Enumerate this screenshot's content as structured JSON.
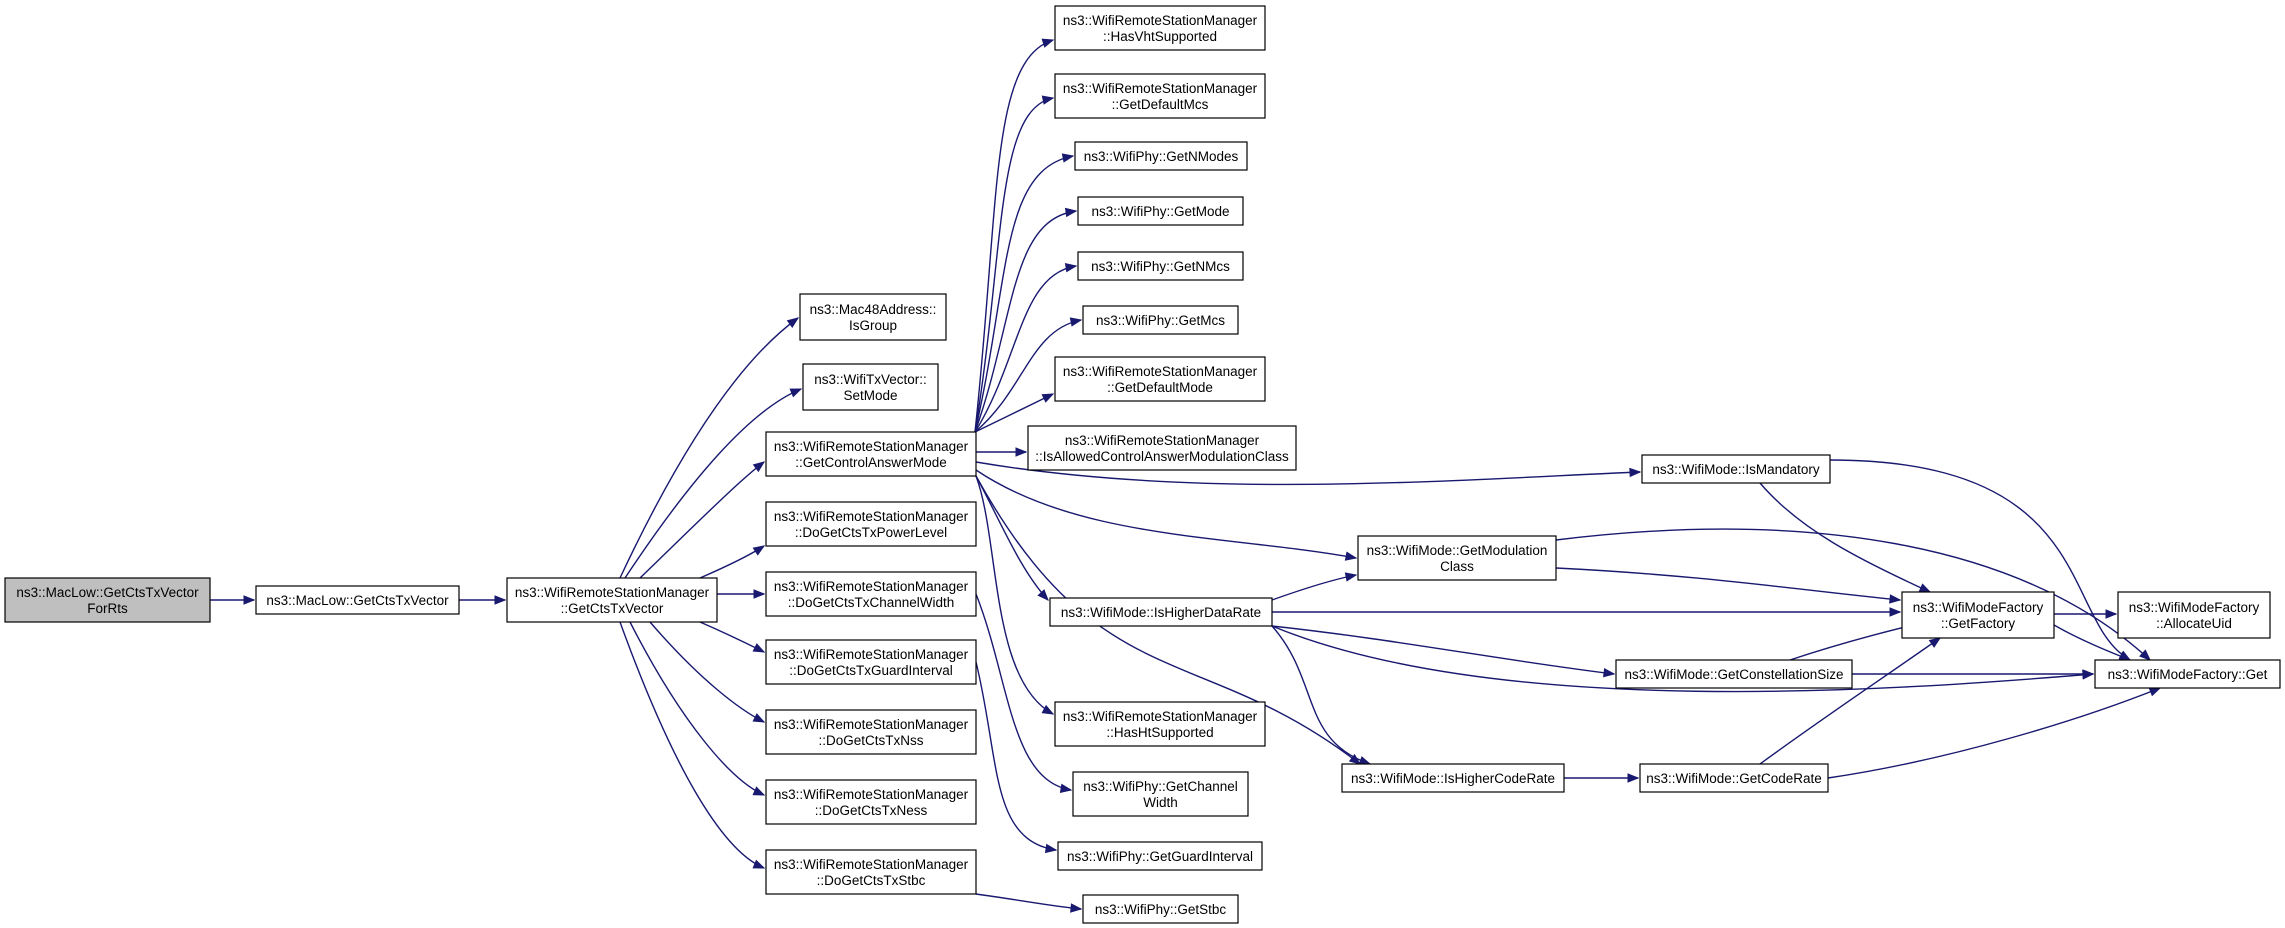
{
  "diagram": {
    "title": "",
    "colors": {
      "edge": "#191970",
      "root_fill": "#bfbfbf",
      "node_fill": "#ffffff",
      "node_stroke": "#000000"
    },
    "nodes": [
      {
        "id": "n0",
        "lines": [
          "ns3::MacLow::GetCtsTxVector",
          "ForRts"
        ],
        "root": true
      },
      {
        "id": "n1",
        "lines": [
          "ns3::MacLow::GetCtsTxVector"
        ]
      },
      {
        "id": "n2",
        "lines": [
          "ns3::WifiRemoteStationManager",
          "::GetCtsTxVector"
        ]
      },
      {
        "id": "n3",
        "lines": [
          "ns3::Mac48Address::",
          "IsGroup"
        ]
      },
      {
        "id": "n4",
        "lines": [
          "ns3::WifiTxVector::",
          "SetMode"
        ]
      },
      {
        "id": "n5",
        "lines": [
          "ns3::WifiRemoteStationManager",
          "::GetControlAnswerMode"
        ]
      },
      {
        "id": "n6",
        "lines": [
          "ns3::WifiRemoteStationManager",
          "::DoGetCtsTxPowerLevel"
        ]
      },
      {
        "id": "n7",
        "lines": [
          "ns3::WifiRemoteStationManager",
          "::DoGetCtsTxChannelWidth"
        ]
      },
      {
        "id": "n8",
        "lines": [
          "ns3::WifiRemoteStationManager",
          "::DoGetCtsTxGuardInterval"
        ]
      },
      {
        "id": "n9",
        "lines": [
          "ns3::WifiRemoteStationManager",
          "::DoGetCtsTxNss"
        ]
      },
      {
        "id": "n10",
        "lines": [
          "ns3::WifiRemoteStationManager",
          "::DoGetCtsTxNess"
        ]
      },
      {
        "id": "n11",
        "lines": [
          "ns3::WifiRemoteStationManager",
          "::DoGetCtsTxStbc"
        ]
      },
      {
        "id": "n12",
        "lines": [
          "ns3::WifiRemoteStationManager",
          "::HasVhtSupported"
        ]
      },
      {
        "id": "n13",
        "lines": [
          "ns3::WifiRemoteStationManager",
          "::GetDefaultMcs"
        ]
      },
      {
        "id": "n14",
        "lines": [
          "ns3::WifiPhy::GetNModes"
        ]
      },
      {
        "id": "n15",
        "lines": [
          "ns3::WifiPhy::GetMode"
        ]
      },
      {
        "id": "n16",
        "lines": [
          "ns3::WifiPhy::GetNMcs"
        ]
      },
      {
        "id": "n17",
        "lines": [
          "ns3::WifiPhy::GetMcs"
        ]
      },
      {
        "id": "n18",
        "lines": [
          "ns3::WifiRemoteStationManager",
          "::GetDefaultMode"
        ]
      },
      {
        "id": "n19",
        "lines": [
          "ns3::WifiRemoteStationManager",
          "::IsAllowedControlAnswerModulationClass"
        ]
      },
      {
        "id": "n20",
        "lines": [
          "ns3::WifiMode::IsHigherDataRate"
        ]
      },
      {
        "id": "n21",
        "lines": [
          "ns3::WifiRemoteStationManager",
          "::HasHtSupported"
        ]
      },
      {
        "id": "n22",
        "lines": [
          "ns3::WifiPhy::GetChannel",
          "Width"
        ]
      },
      {
        "id": "n23",
        "lines": [
          "ns3::WifiPhy::GetGuardInterval"
        ]
      },
      {
        "id": "n24",
        "lines": [
          "ns3::WifiPhy::GetStbc"
        ]
      },
      {
        "id": "n25",
        "lines": [
          "ns3::WifiMode::IsMandatory"
        ]
      },
      {
        "id": "n26",
        "lines": [
          "ns3::WifiMode::GetModulation",
          "Class"
        ]
      },
      {
        "id": "n27",
        "lines": [
          "ns3::WifiMode::IsHigherCodeRate"
        ]
      },
      {
        "id": "n28",
        "lines": [
          "ns3::WifiModeFactory",
          "::GetFactory"
        ]
      },
      {
        "id": "n29",
        "lines": [
          "ns3::WifiMode::GetConstellationSize"
        ]
      },
      {
        "id": "n30",
        "lines": [
          "ns3::WifiMode::GetCodeRate"
        ]
      },
      {
        "id": "n31",
        "lines": [
          "ns3::WifiModeFactory",
          "::AllocateUid"
        ]
      },
      {
        "id": "n32",
        "lines": [
          "ns3::WifiModeFactory::Get"
        ]
      }
    ],
    "edges": [
      [
        "n0",
        "n1"
      ],
      [
        "n1",
        "n2"
      ],
      [
        "n2",
        "n3"
      ],
      [
        "n2",
        "n4"
      ],
      [
        "n2",
        "n5"
      ],
      [
        "n2",
        "n6"
      ],
      [
        "n2",
        "n7"
      ],
      [
        "n2",
        "n8"
      ],
      [
        "n2",
        "n9"
      ],
      [
        "n2",
        "n10"
      ],
      [
        "n2",
        "n11"
      ],
      [
        "n5",
        "n12"
      ],
      [
        "n5",
        "n13"
      ],
      [
        "n5",
        "n14"
      ],
      [
        "n5",
        "n15"
      ],
      [
        "n5",
        "n16"
      ],
      [
        "n5",
        "n17"
      ],
      [
        "n5",
        "n18"
      ],
      [
        "n5",
        "n19"
      ],
      [
        "n5",
        "n25"
      ],
      [
        "n5",
        "n26"
      ],
      [
        "n5",
        "n20"
      ],
      [
        "n5",
        "n21"
      ],
      [
        "n5",
        "n27"
      ],
      [
        "n7",
        "n22"
      ],
      [
        "n8",
        "n23"
      ],
      [
        "n11",
        "n24"
      ],
      [
        "n20",
        "n26"
      ],
      [
        "n20",
        "n28"
      ],
      [
        "n20",
        "n29"
      ],
      [
        "n20",
        "n32"
      ],
      [
        "n20",
        "n27"
      ],
      [
        "n25",
        "n28"
      ],
      [
        "n25",
        "n32"
      ],
      [
        "n26",
        "n28"
      ],
      [
        "n26",
        "n32"
      ],
      [
        "n29",
        "n28"
      ],
      [
        "n29",
        "n32"
      ],
      [
        "n27",
        "n30"
      ],
      [
        "n30",
        "n28"
      ],
      [
        "n30",
        "n32"
      ],
      [
        "n28",
        "n31"
      ],
      [
        "n28",
        "n32"
      ]
    ]
  }
}
